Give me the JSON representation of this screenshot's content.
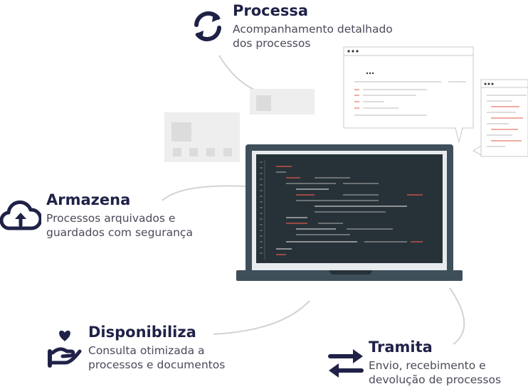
{
  "features": {
    "processa": {
      "title": "Processa",
      "desc_line1": "Acompanhamento detalhado",
      "desc_line2": "dos processos",
      "icon": "sync-arrows-icon"
    },
    "armazena": {
      "title": "Armazena",
      "desc_line1": "Processos arquivados e",
      "desc_line2": "guardados com segurança",
      "icon": "cloud-upload-icon"
    },
    "disponibiliza": {
      "title": "Disponibiliza",
      "desc_line1": "Consulta otimizada a",
      "desc_line2": "processos e documentos",
      "icon": "hand-heart-icon"
    },
    "tramita": {
      "title": "Tramita",
      "desc_line1": "Envio, recebimento e",
      "desc_line2": "devolução de processos",
      "icon": "exchange-arrows-icon"
    }
  },
  "colors": {
    "brand_navy": "#1f2147",
    "laptop_body": "#3f4f5a",
    "screen": "#263238",
    "code_red": "#e25a4a",
    "window_bg": "#f0f0f0"
  }
}
